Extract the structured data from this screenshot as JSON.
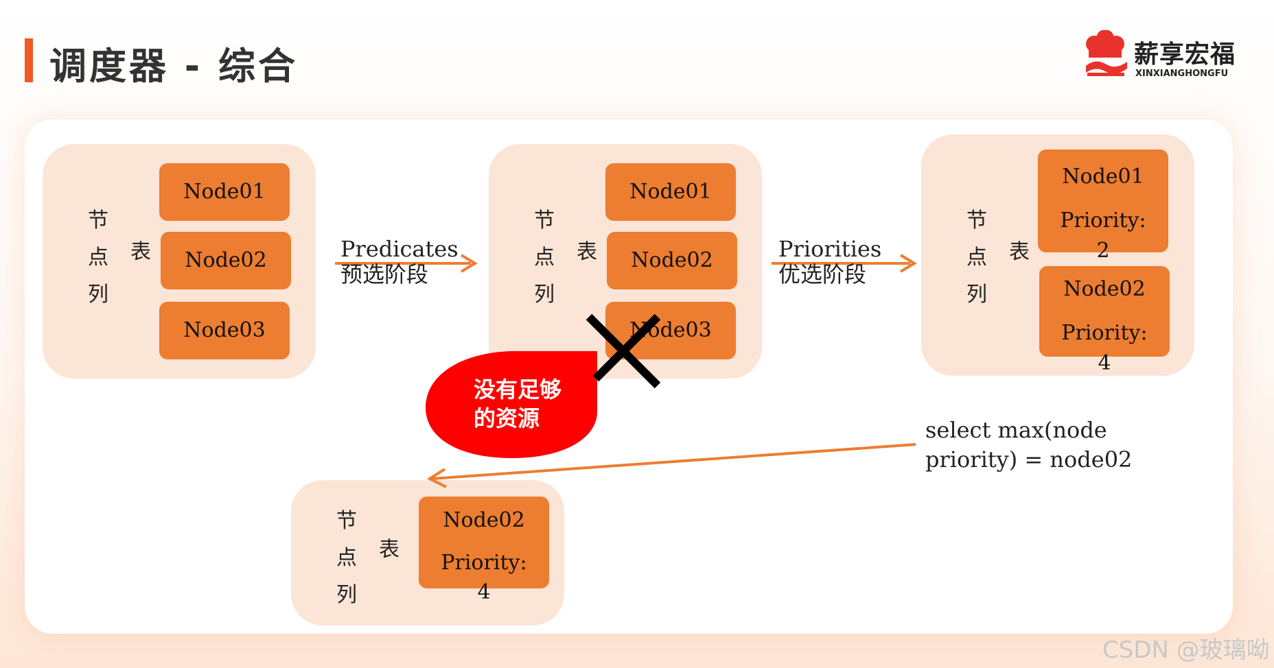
{
  "title": "调度器 - 综合",
  "logo": {
    "name_cn": "薪享宏福",
    "name_en": "XINXIANGHONGFU"
  },
  "group_label": {
    "vertical": [
      "节",
      "点",
      "列"
    ],
    "side": "表"
  },
  "groups": [
    {
      "nodes": [
        {
          "name": "Node01"
        },
        {
          "name": "Node02"
        },
        {
          "name": "Node03"
        }
      ]
    },
    {
      "nodes": [
        {
          "name": "Node01"
        },
        {
          "name": "Node02"
        },
        {
          "name": "Node03",
          "rejected": true
        }
      ]
    },
    {
      "nodes": [
        {
          "name": "Node01",
          "priority": "Priority:",
          "priority_value": "2"
        },
        {
          "name": "Node02",
          "priority": "Priority:",
          "priority_value": "4"
        }
      ]
    },
    {
      "nodes": [
        {
          "name": "Node02",
          "priority": "Priority:",
          "priority_value": "4"
        }
      ]
    }
  ],
  "arrows": [
    {
      "label_en": "Predicates",
      "label_cn": "预选阶段"
    },
    {
      "label_en": "Priorities",
      "label_cn": "优选阶段"
    }
  ],
  "rejection_note": {
    "line1": "没有足够",
    "line2": "的资源"
  },
  "select_result": {
    "line1": "select max(node",
    "line2": "priority) = node02"
  },
  "watermark": "CSDN @玻璃呦",
  "colors": {
    "accent": "#f05a22",
    "node": "#ed7d31",
    "group_bg": "#fbe5d6",
    "bubble": "#ff0000"
  }
}
